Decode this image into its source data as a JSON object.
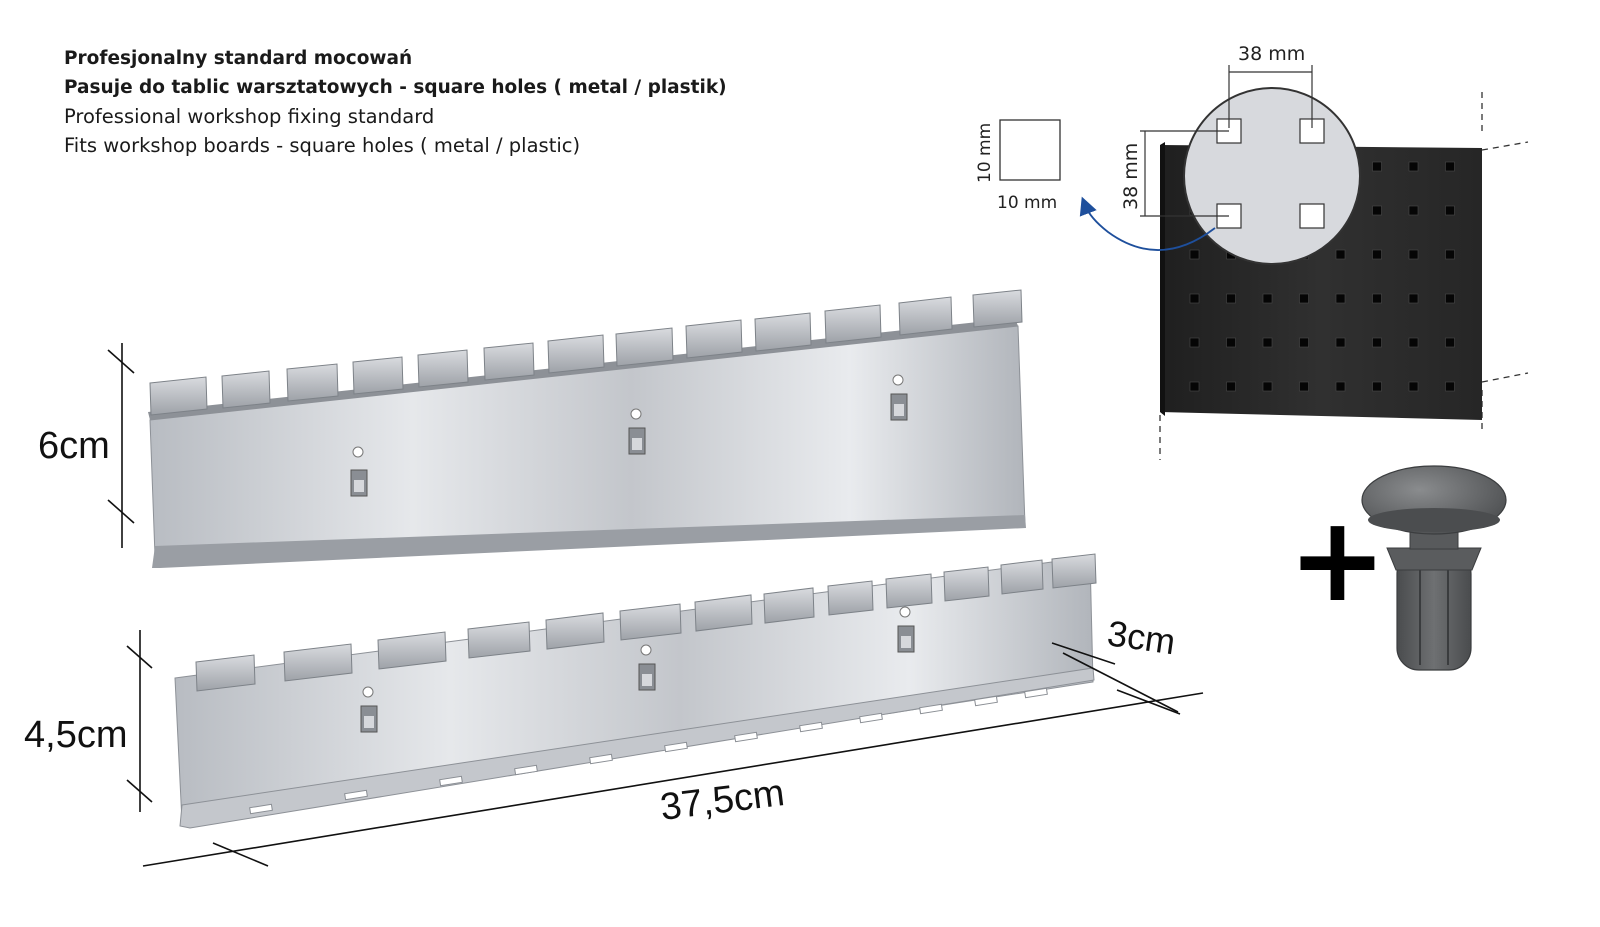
{
  "header": {
    "line1": "Profesjonalny standard mocowań",
    "line2": "Pasuje do tablic warsztatowych - square holes ( metal / plastik)",
    "line3": "Professional workshop fixing standard",
    "line4": "Fits workshop  boards - square holes ( metal / plastic)"
  },
  "dimensions": {
    "upper_height": "6cm",
    "lower_height": "4,5cm",
    "depth": "3cm",
    "length": "37,5cm"
  },
  "pegboard": {
    "hole_spacing_horizontal": "38 mm",
    "hole_spacing_vertical": "38 mm",
    "hole_width": "10 mm",
    "hole_height": "10 mm"
  },
  "plus_symbol": "+",
  "colors": {
    "steel_light": "#e4e6ea",
    "steel_mid": "#b4b8be",
    "steel_dark": "#7d8288",
    "board": "#2a2a2a",
    "magnifier": "#d7d9dd",
    "clip": "#5c5e60"
  }
}
